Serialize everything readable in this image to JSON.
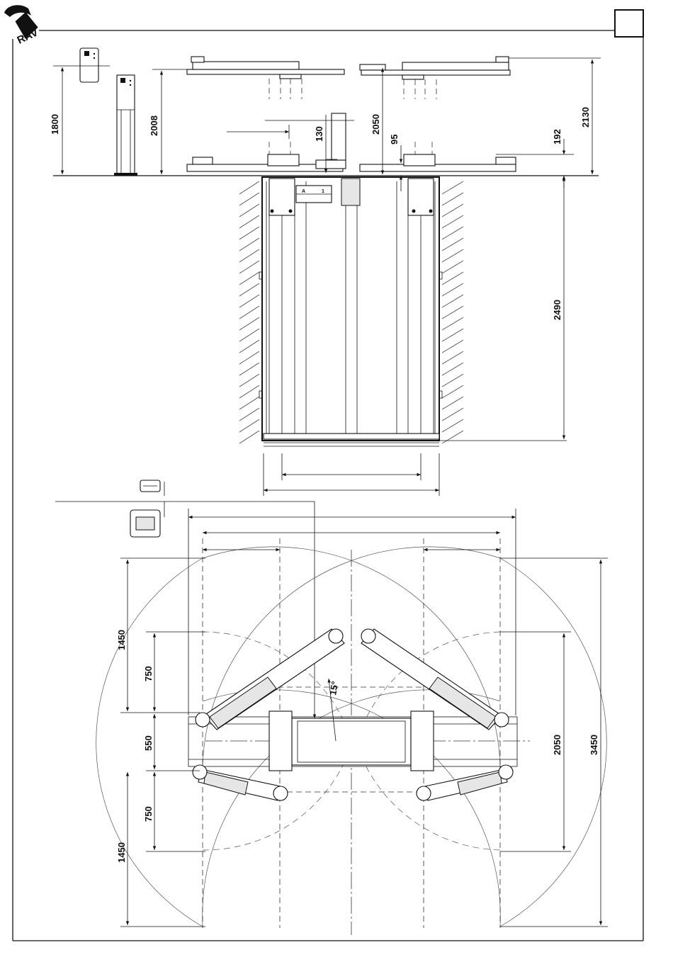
{
  "logo": {
    "text": "RAV"
  },
  "dimensions": {
    "d1800": "1800",
    "d2008": "2008",
    "d130": "130",
    "d2050_top": "2050",
    "d95": "95",
    "d192": "192",
    "d2130": "2130",
    "d2490": "2490",
    "d1450_upper": "1450",
    "d750_upper": "750",
    "d15deg": "15°",
    "d550": "550",
    "d750_lower": "750",
    "d1450_lower": "1450",
    "d2050_plan": "2050",
    "d3450": "3450"
  },
  "plate": {
    "label_a": "A",
    "label_1": "1"
  }
}
